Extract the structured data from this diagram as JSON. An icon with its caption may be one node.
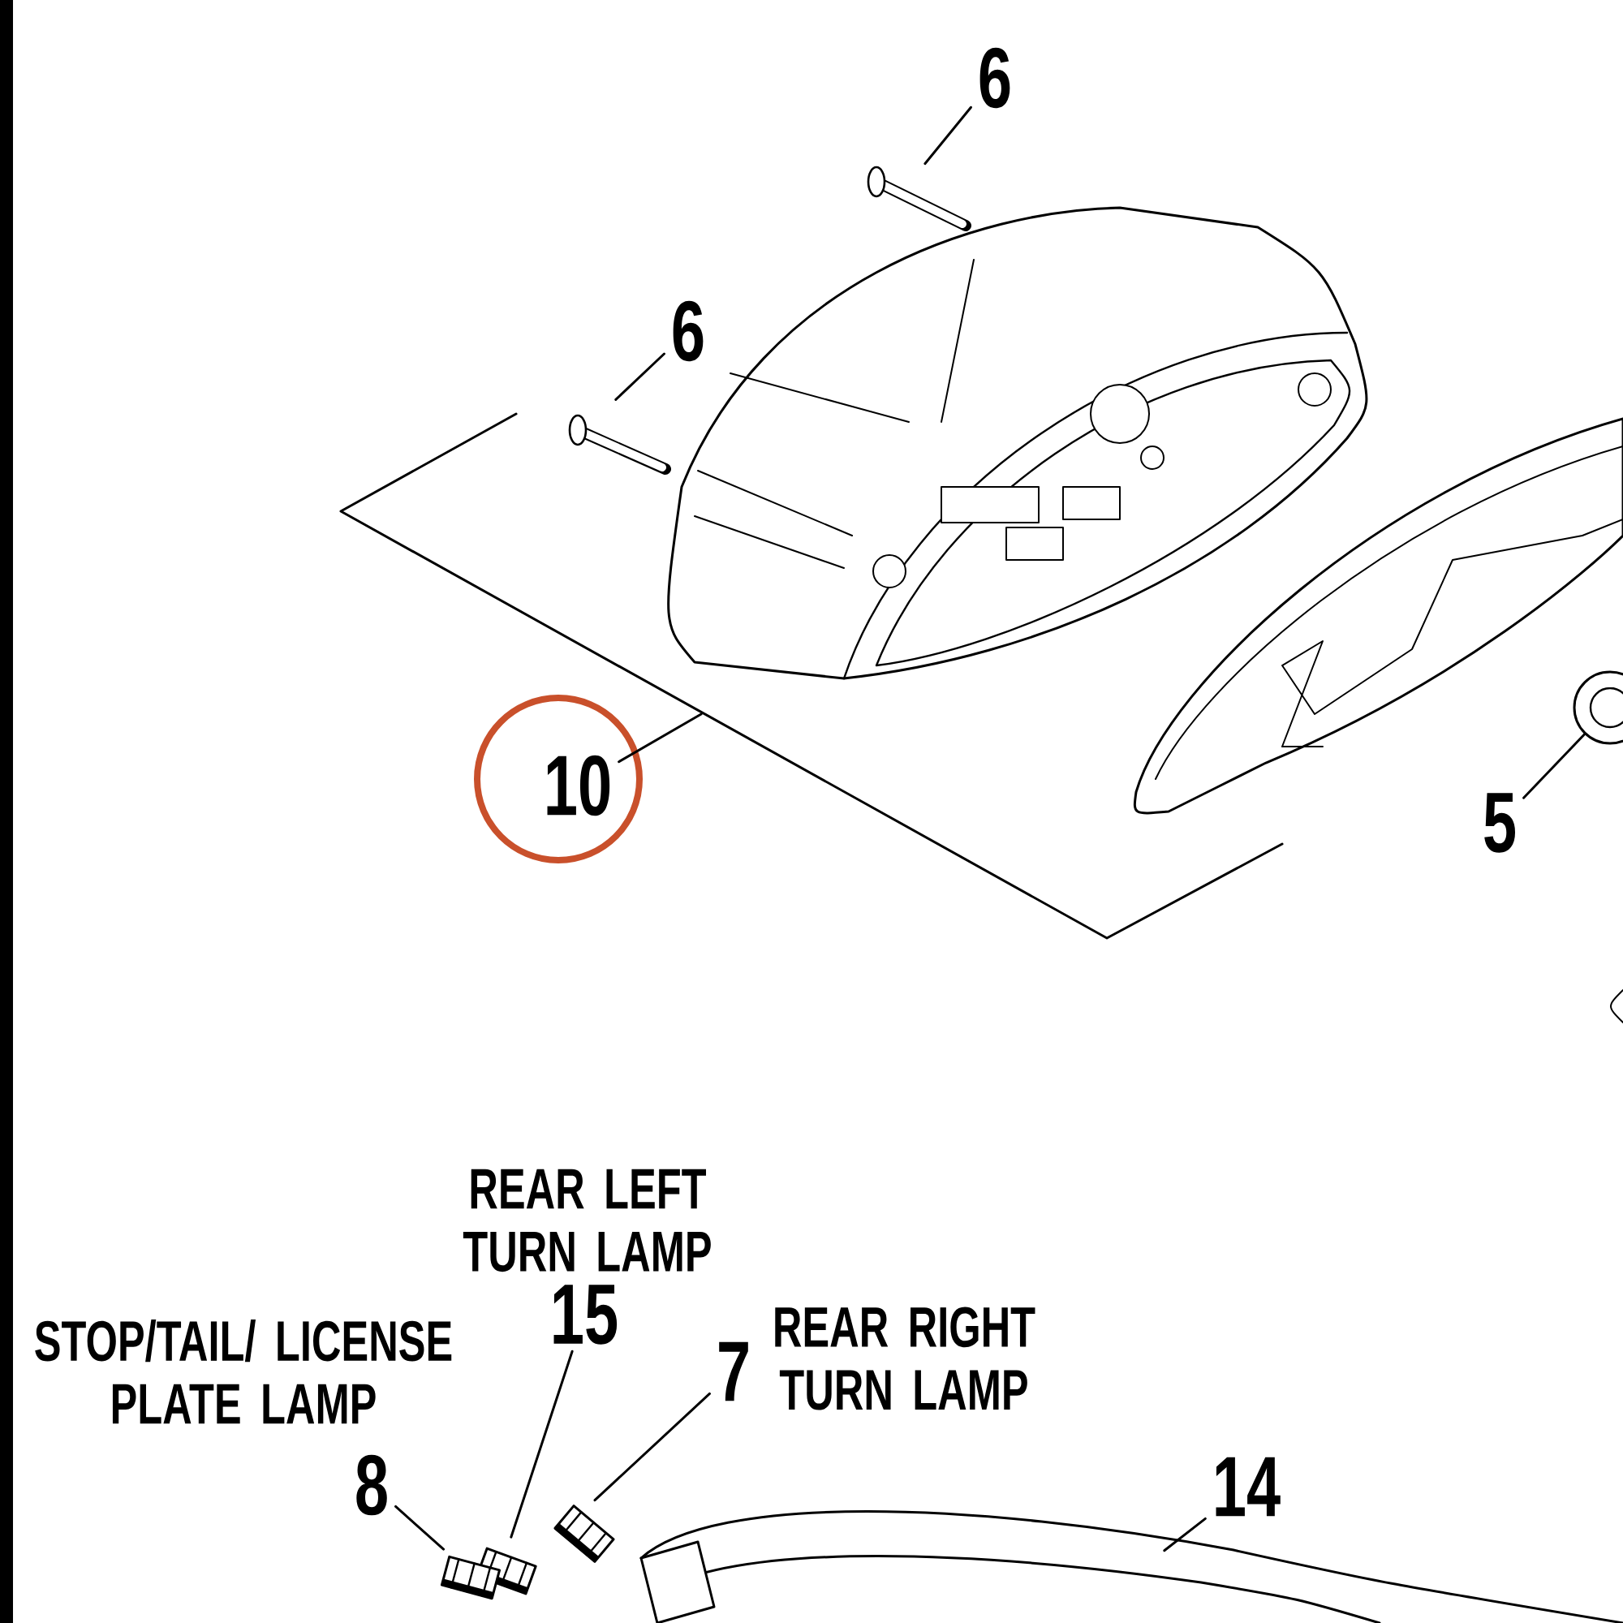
{
  "diagram": {
    "nodes": [
      {
        "text": [
          "6"
        ]
      },
      {
        "text": [],
        "shape": "picture"
      },
      {
        "text": [
          "6"
        ]
      },
      {
        "text": [],
        "shape": "picture"
      },
      {
        "text": [
          "10"
        ]
      },
      {
        "text": [
          "5"
        ]
      },
      {
        "text": [],
        "shape": "picture"
      },
      {
        "text": [
          "15"
        ],
        "beside": [
          "REAR LEFT TURN LAMP"
        ]
      },
      {
        "text": [],
        "shape": "picture"
      },
      {
        "text": [
          "7"
        ],
        "beside": [
          "REAR RIGHT TURN LAMP"
        ]
      },
      {
        "text": [],
        "shape": "picture"
      },
      {
        "text": [
          "8"
        ],
        "beside": [
          "STOP/TAIL/ LICENSE PLATE LAMP"
        ]
      },
      {
        "text": [],
        "shape": "picture"
      },
      {
        "text": [
          "14"
        ]
      },
      {
        "text": [],
        "shape": "picture"
      }
    ],
    "edges": [
      {
        "from": 0,
        "to": 1,
        "arrow": "none"
      },
      {
        "from": 2,
        "to": 3,
        "arrow": "none"
      },
      {
        "from": 4,
        "to": null,
        "arrow": "none"
      },
      {
        "from": 5,
        "to": 6,
        "arrow": "none"
      },
      {
        "from": 7,
        "to": 8,
        "arrow": "none"
      },
      {
        "from": 9,
        "to": 10,
        "arrow": "none"
      },
      {
        "from": 11,
        "to": 12,
        "arrow": "none"
      },
      {
        "from": 13,
        "to": 14,
        "arrow": "none"
      }
    ]
  }
}
